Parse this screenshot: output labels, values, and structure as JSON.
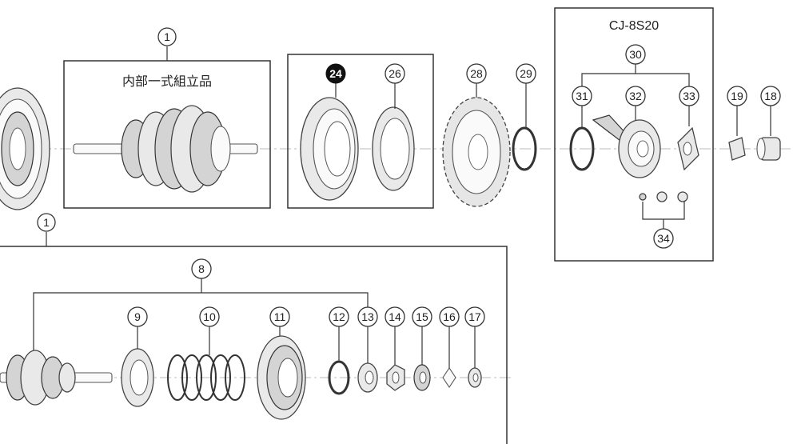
{
  "diagram": {
    "group_labels": {
      "inner_assembly_caption": "内部一式組立品",
      "cassette_joint_caption": "CJ-8S20"
    },
    "callouts": [
      {
        "id": "c1_top",
        "text": "1"
      },
      {
        "id": "c1_bottom",
        "text": "1"
      },
      {
        "id": "c24",
        "text": "24",
        "highlight": true
      },
      {
        "id": "c26",
        "text": "26"
      },
      {
        "id": "c28",
        "text": "28"
      },
      {
        "id": "c29",
        "text": "29"
      },
      {
        "id": "c30",
        "text": "30"
      },
      {
        "id": "c31",
        "text": "31"
      },
      {
        "id": "c32",
        "text": "32"
      },
      {
        "id": "c33",
        "text": "33"
      },
      {
        "id": "c34",
        "text": "34"
      },
      {
        "id": "c19",
        "text": "19"
      },
      {
        "id": "c18",
        "text": "18"
      },
      {
        "id": "c8",
        "text": "8"
      },
      {
        "id": "c9",
        "text": "9"
      },
      {
        "id": "c10",
        "text": "10"
      },
      {
        "id": "c11",
        "text": "11"
      },
      {
        "id": "c12",
        "text": "12"
      },
      {
        "id": "c13",
        "text": "13"
      },
      {
        "id": "c14",
        "text": "14"
      },
      {
        "id": "c15",
        "text": "15"
      },
      {
        "id": "c16",
        "text": "16"
      },
      {
        "id": "c17",
        "text": "17"
      }
    ]
  }
}
